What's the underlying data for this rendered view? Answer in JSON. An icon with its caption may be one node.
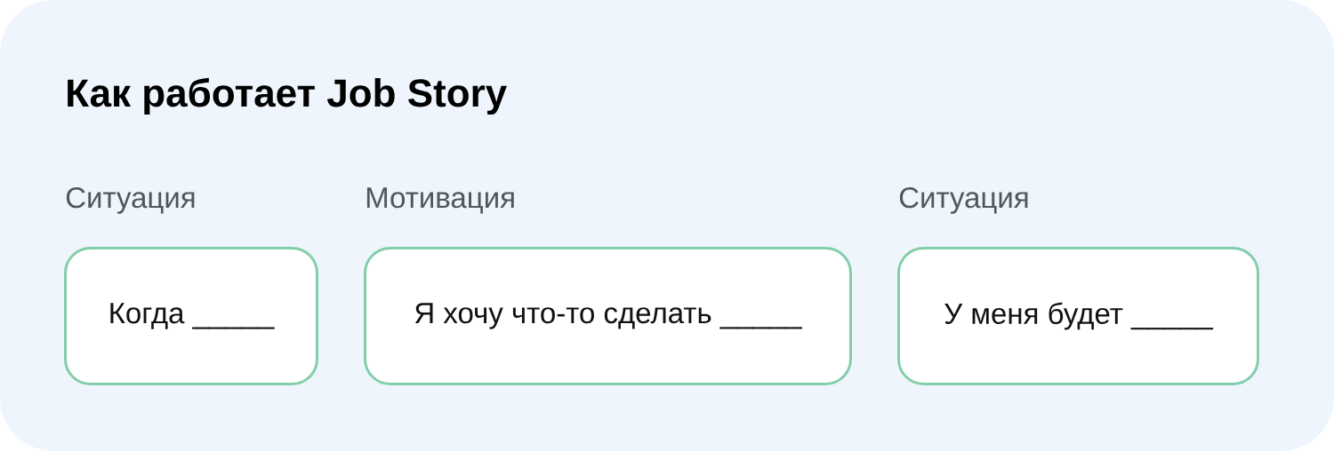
{
  "diagram": {
    "title": "Как работает Job Story",
    "nodes": [
      {
        "text": [
          "Ситуация",
          "Когда _____"
        ]
      },
      {
        "text": [
          "Мотивация",
          "Я хочу что-то сделать _____"
        ]
      },
      {
        "text": [
          "Ситуация",
          "У меня будет _____"
        ]
      }
    ]
  }
}
